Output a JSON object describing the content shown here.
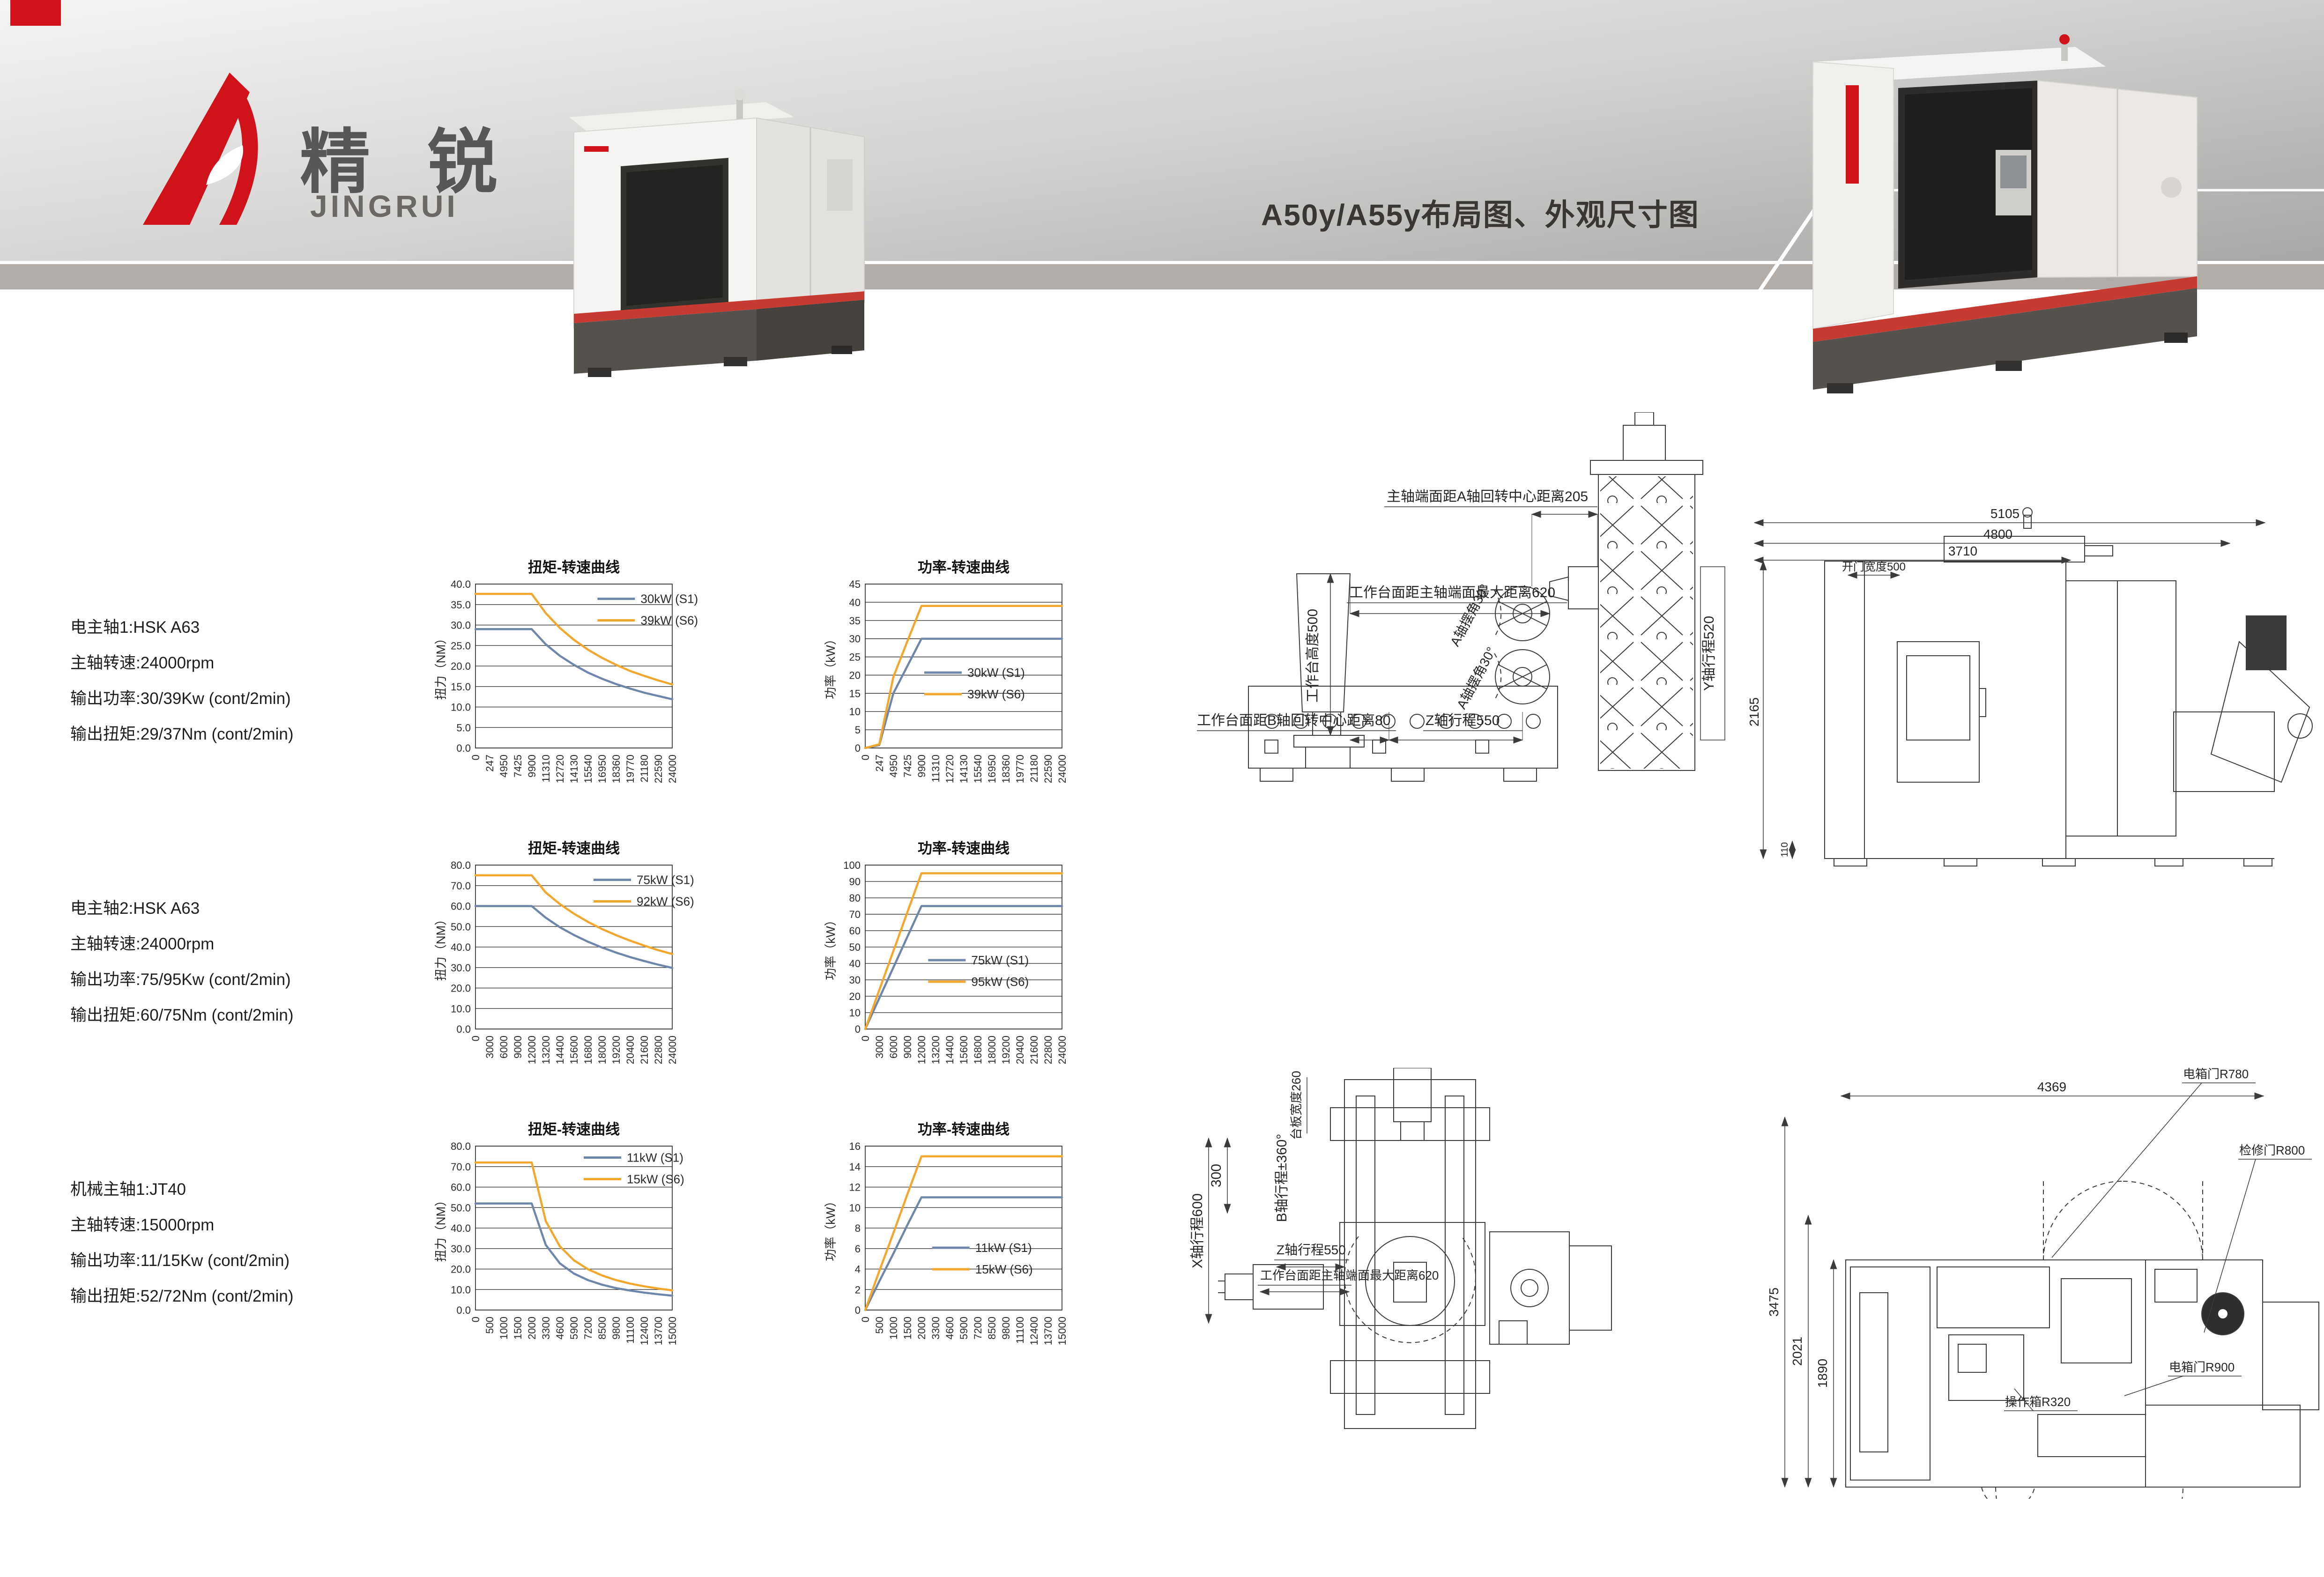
{
  "header": {
    "brand_cn": "精 锐",
    "brand_en": "JINGRUI",
    "title": "A50y/A55y布局图、外观尺寸图",
    "accent_color": "#d0121b"
  },
  "specs": [
    {
      "lines": [
        "电主轴1:HSK A63",
        "主轴转速:24000rpm",
        "输出功率:30/39Kw (cont/2min)",
        "输出扭矩:29/37Nm (cont/2min)"
      ]
    },
    {
      "lines": [
        "电主轴2:HSK A63",
        "主轴转速:24000rpm",
        "输出功率:75/95Kw (cont/2min)",
        "输出扭矩:60/75Nm (cont/2min)"
      ]
    },
    {
      "lines": [
        "机械主轴1:JT40",
        "主轴转速:15000rpm",
        "输出功率:11/15Kw (cont/2min)",
        "输出扭矩:52/72Nm (cont/2min)"
      ]
    }
  ],
  "chart_data": [
    {
      "type": "line",
      "title": "扭矩-转速曲线",
      "xlabel": "",
      "ylabel": "扭力（NM）",
      "ylim": [
        0,
        40
      ],
      "y_ticks": [
        0,
        5,
        10,
        15,
        20,
        25,
        30,
        35,
        40
      ],
      "y_decimals": 1,
      "grid": true,
      "legend_position": "top-right",
      "legend": {
        "x": 0.62,
        "y": 0.05
      },
      "categories": [
        "0",
        "247",
        "4950",
        "7425",
        "9900",
        "11310",
        "12720",
        "14130",
        "15540",
        "16950",
        "18360",
        "19770",
        "21180",
        "22590",
        "24000"
      ],
      "series": [
        {
          "name": "30kW (S1)",
          "color": "#6f86ab",
          "values": [
            29,
            29,
            29,
            29,
            29,
            25.3,
            22.5,
            20.3,
            18.4,
            16.9,
            15.6,
            14.5,
            13.5,
            12.7,
            11.9
          ]
        },
        {
          "name": "39kW (S6)",
          "color": "#f3a62c",
          "values": [
            37.6,
            37.6,
            37.6,
            37.6,
            37.6,
            32.9,
            29.3,
            26.4,
            24.0,
            22.0,
            20.3,
            18.8,
            17.6,
            16.5,
            15.5
          ]
        }
      ]
    },
    {
      "type": "line",
      "title": "功率-转速曲线",
      "xlabel": "",
      "ylabel": "功率（kW）",
      "ylim": [
        0,
        45
      ],
      "y_ticks": [
        0,
        5,
        10,
        15,
        20,
        25,
        30,
        35,
        40,
        45
      ],
      "y_decimals": 0,
      "grid": true,
      "legend_position": "middle-right",
      "legend": {
        "x": 0.3,
        "y": 0.5
      },
      "categories": [
        "0",
        "247",
        "4950",
        "7425",
        "9900",
        "11310",
        "12720",
        "14130",
        "15540",
        "16950",
        "18360",
        "19770",
        "21180",
        "22590",
        "24000"
      ],
      "series": [
        {
          "name": "30kW (S1)",
          "color": "#6f86ab",
          "values": [
            0,
            0.8,
            15,
            22.5,
            30,
            30,
            30,
            30,
            30,
            30,
            30,
            30,
            30,
            30,
            30
          ]
        },
        {
          "name": "39kW (S6)",
          "color": "#f3a62c",
          "values": [
            0,
            1.0,
            19.5,
            29.3,
            39,
            39,
            39,
            39,
            39,
            39,
            39,
            39,
            39,
            39,
            39
          ]
        }
      ]
    },
    {
      "type": "line",
      "title": "扭矩-转速曲线",
      "xlabel": "",
      "ylabel": "扭力（NM）",
      "ylim": [
        0,
        80
      ],
      "y_ticks": [
        0,
        10,
        20,
        30,
        40,
        50,
        60,
        70,
        80
      ],
      "y_decimals": 1,
      "grid": true,
      "legend_position": "top-right",
      "legend": {
        "x": 0.6,
        "y": 0.05
      },
      "categories": [
        "0",
        "3000",
        "6000",
        "9000",
        "12000",
        "13200",
        "14400",
        "15600",
        "16800",
        "18000",
        "19200",
        "20400",
        "21600",
        "22800",
        "24000"
      ],
      "series": [
        {
          "name": "75kW (S1)",
          "color": "#6f86ab",
          "values": [
            60,
            60,
            60,
            60,
            60,
            54.3,
            49.7,
            45.9,
            42.6,
            39.8,
            37.3,
            35.1,
            33.2,
            31.4,
            29.8
          ]
        },
        {
          "name": "92kW (S6)",
          "color": "#f3a62c",
          "values": [
            75,
            75,
            75,
            75,
            75,
            66.6,
            61.0,
            56.3,
            52.3,
            48.8,
            45.8,
            43.1,
            40.7,
            38.5,
            36.6
          ]
        }
      ]
    },
    {
      "type": "line",
      "title": "功率-转速曲线",
      "xlabel": "",
      "ylabel": "功率（kW）",
      "ylim": [
        0,
        100
      ],
      "y_ticks": [
        0,
        10,
        20,
        30,
        40,
        50,
        60,
        70,
        80,
        90,
        100
      ],
      "y_decimals": 0,
      "grid": true,
      "legend_position": "middle-right",
      "legend": {
        "x": 0.32,
        "y": 0.54
      },
      "categories": [
        "0",
        "3000",
        "6000",
        "9000",
        "12000",
        "13200",
        "14400",
        "15600",
        "16800",
        "18000",
        "19200",
        "20400",
        "21600",
        "22800",
        "24000"
      ],
      "series": [
        {
          "name": "75kW (S1)",
          "color": "#6f86ab",
          "values": [
            0,
            18.8,
            37.5,
            56.3,
            75,
            75,
            75,
            75,
            75,
            75,
            75,
            75,
            75,
            75,
            75
          ]
        },
        {
          "name": "95kW (S6)",
          "color": "#f3a62c",
          "values": [
            0,
            23.8,
            47.5,
            71.3,
            95,
            95,
            95,
            95,
            95,
            95,
            95,
            95,
            95,
            95,
            95
          ]
        }
      ]
    },
    {
      "type": "line",
      "title": "扭矩-转速曲线",
      "xlabel": "",
      "ylabel": "扭力（NM）",
      "ylim": [
        0,
        80
      ],
      "y_ticks": [
        0,
        10,
        20,
        30,
        40,
        50,
        60,
        70,
        80
      ],
      "y_decimals": 1,
      "grid": true,
      "legend_position": "top-right",
      "legend": {
        "x": 0.55,
        "y": 0.03
      },
      "categories": [
        "0",
        "500",
        "1000",
        "1500",
        "2000",
        "3300",
        "4600",
        "5900",
        "7200",
        "8500",
        "9800",
        "11100",
        "12400",
        "13700",
        "15000"
      ],
      "series": [
        {
          "name": "11kW (S1)",
          "color": "#6f86ab",
          "values": [
            52,
            52,
            52,
            52,
            52,
            31.8,
            22.8,
            17.8,
            14.6,
            12.4,
            10.7,
            9.5,
            8.5,
            7.7,
            7.0
          ]
        },
        {
          "name": "15kW (S6)",
          "color": "#f3a62c",
          "values": [
            72,
            72,
            72,
            72,
            72,
            43.4,
            31.1,
            24.3,
            19.9,
            16.9,
            14.6,
            12.9,
            11.6,
            10.5,
            9.6
          ]
        }
      ]
    },
    {
      "type": "line",
      "title": "功率-转速曲线",
      "xlabel": "",
      "ylabel": "功率（kW）",
      "ylim": [
        0,
        16
      ],
      "y_ticks": [
        0,
        2,
        4,
        6,
        8,
        10,
        12,
        14,
        16
      ],
      "y_decimals": 0,
      "grid": true,
      "legend_position": "middle-right",
      "legend": {
        "x": 0.34,
        "y": 0.58
      },
      "categories": [
        "0",
        "500",
        "1000",
        "1500",
        "2000",
        "3300",
        "4600",
        "5900",
        "7200",
        "8500",
        "9800",
        "11100",
        "12400",
        "13700",
        "15000"
      ],
      "series": [
        {
          "name": "11kW (S1)",
          "color": "#6f86ab",
          "values": [
            0,
            2.8,
            5.5,
            8.3,
            11,
            11,
            11,
            11,
            11,
            11,
            11,
            11,
            11,
            11,
            11
          ]
        },
        {
          "name": "15kW (S6)",
          "color": "#f3a62c",
          "values": [
            0,
            3.8,
            7.5,
            11.3,
            15,
            15,
            15,
            15,
            15,
            15,
            15,
            15,
            15,
            15,
            15
          ]
        }
      ]
    }
  ],
  "drawings": {
    "side": {
      "labels": [
        "主轴端面距A轴回转中心距离205",
        "工作台面距主轴端面最大距离620",
        "工作台面距B轴回转中心距离80",
        "Z轴行程550",
        "工作台高度500",
        "A轴摆角30°",
        "A轴摆角30°",
        "Y轴行程520"
      ]
    },
    "front": {
      "dims": [
        "5105",
        "4800",
        "3710",
        "开门宽度500",
        "2165",
        "110"
      ]
    },
    "plan": {
      "labels": [
        "X轴行程600",
        "300",
        "B轴行程±360°",
        "台板宽度260",
        "Z轴行程550",
        "工作台面距主轴端面最大距离620"
      ]
    },
    "overall": {
      "dims": [
        "4369",
        "3475",
        "2021",
        "1890"
      ],
      "door_labels": [
        "电箱门R780",
        "检修门R800",
        "电箱门R900",
        "操作箱R320"
      ]
    }
  }
}
